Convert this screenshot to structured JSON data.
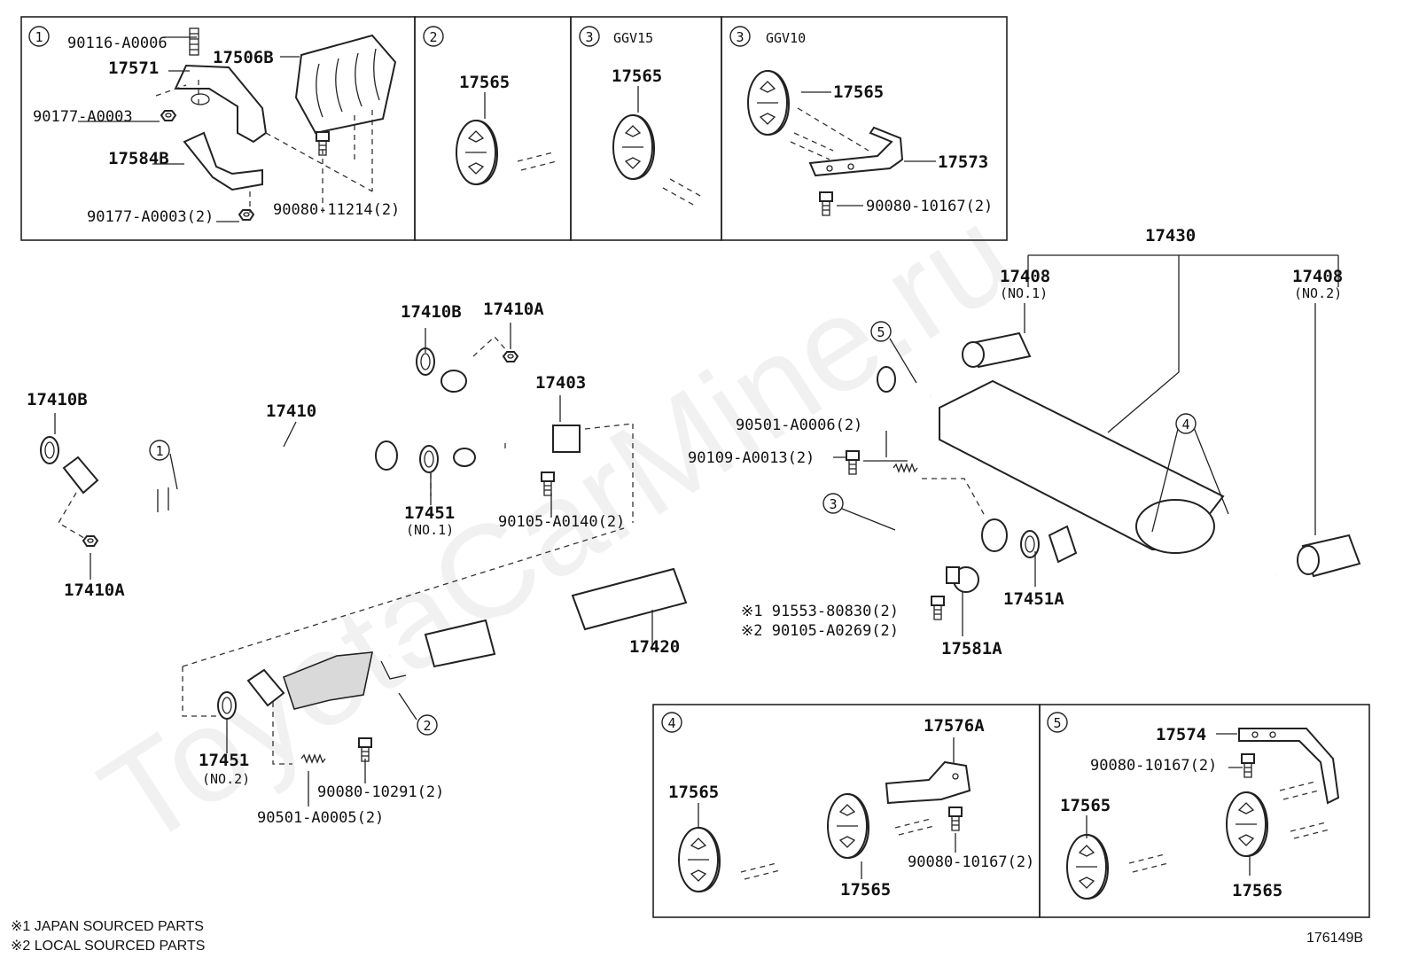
{
  "watermark": "ToyotaCarMine.ru",
  "diagram_code": "176149B",
  "footnotes": [
    "※1 JAPAN SOURCED PARTS",
    "※2 LOCAL SOURCED PARTS"
  ],
  "insets": {
    "inset1": {
      "num": "1",
      "labels": {
        "p90116": "90116-A0006",
        "p17571": "17571",
        "p17506b": "17506B",
        "p90177a": "90177-A0003",
        "p17584b": "17584B",
        "p90177b": "90177-A0003(2)",
        "p90080": "90080-11214(2)"
      }
    },
    "inset2": {
      "num": "2",
      "labels": {
        "p17565": "17565"
      }
    },
    "inset3a": {
      "num": "3",
      "variant": "GGV15",
      "labels": {
        "p17565": "17565"
      }
    },
    "inset3b": {
      "num": "3",
      "variant": "GGV10",
      "labels": {
        "p17565": "17565",
        "p17573": "17573",
        "p90080": "90080-10167(2)"
      }
    },
    "inset4": {
      "num": "4",
      "labels": {
        "p17576a": "17576A",
        "p17565a": "17565",
        "p17565b": "17565",
        "p90080": "90080-10167(2)"
      }
    },
    "inset5": {
      "num": "5",
      "labels": {
        "p17574": "17574",
        "p90080": "90080-10167(2)",
        "p17565a": "17565",
        "p17565b": "17565"
      }
    }
  },
  "main": {
    "callouts": {
      "c1": "1",
      "c2": "2",
      "c3": "3",
      "c4": "4",
      "c5": "5"
    },
    "labels": {
      "p17430": "17430",
      "p17408_1": "17408",
      "p17408_1s": "(NO.1)",
      "p17408_2": "17408",
      "p17408_2s": "(NO.2)",
      "p17410b_a": "17410B",
      "p17410a_a": "17410A",
      "p17403": "17403",
      "p17410b_b": "17410B",
      "p17410": "17410",
      "p17451_1": "17451",
      "p17451_1s": "(NO.1)",
      "p90105a0140": "90105-A0140(2)",
      "p17410a_b": "17410A",
      "p90501a0006": "90501-A0006(2)",
      "p90109a0013": "90109-A0013(2)",
      "p17451a": "17451A",
      "p91553": "※1 91553-80830(2)",
      "p90105a0269": "※2 90105-A0269(2)",
      "p17581a": "17581A",
      "p17420": "17420",
      "p17451_2": "17451",
      "p17451_2s": "(NO.2)",
      "p90080_10291": "90080-10291(2)",
      "p90501a0005": "90501-A0005(2)"
    }
  }
}
